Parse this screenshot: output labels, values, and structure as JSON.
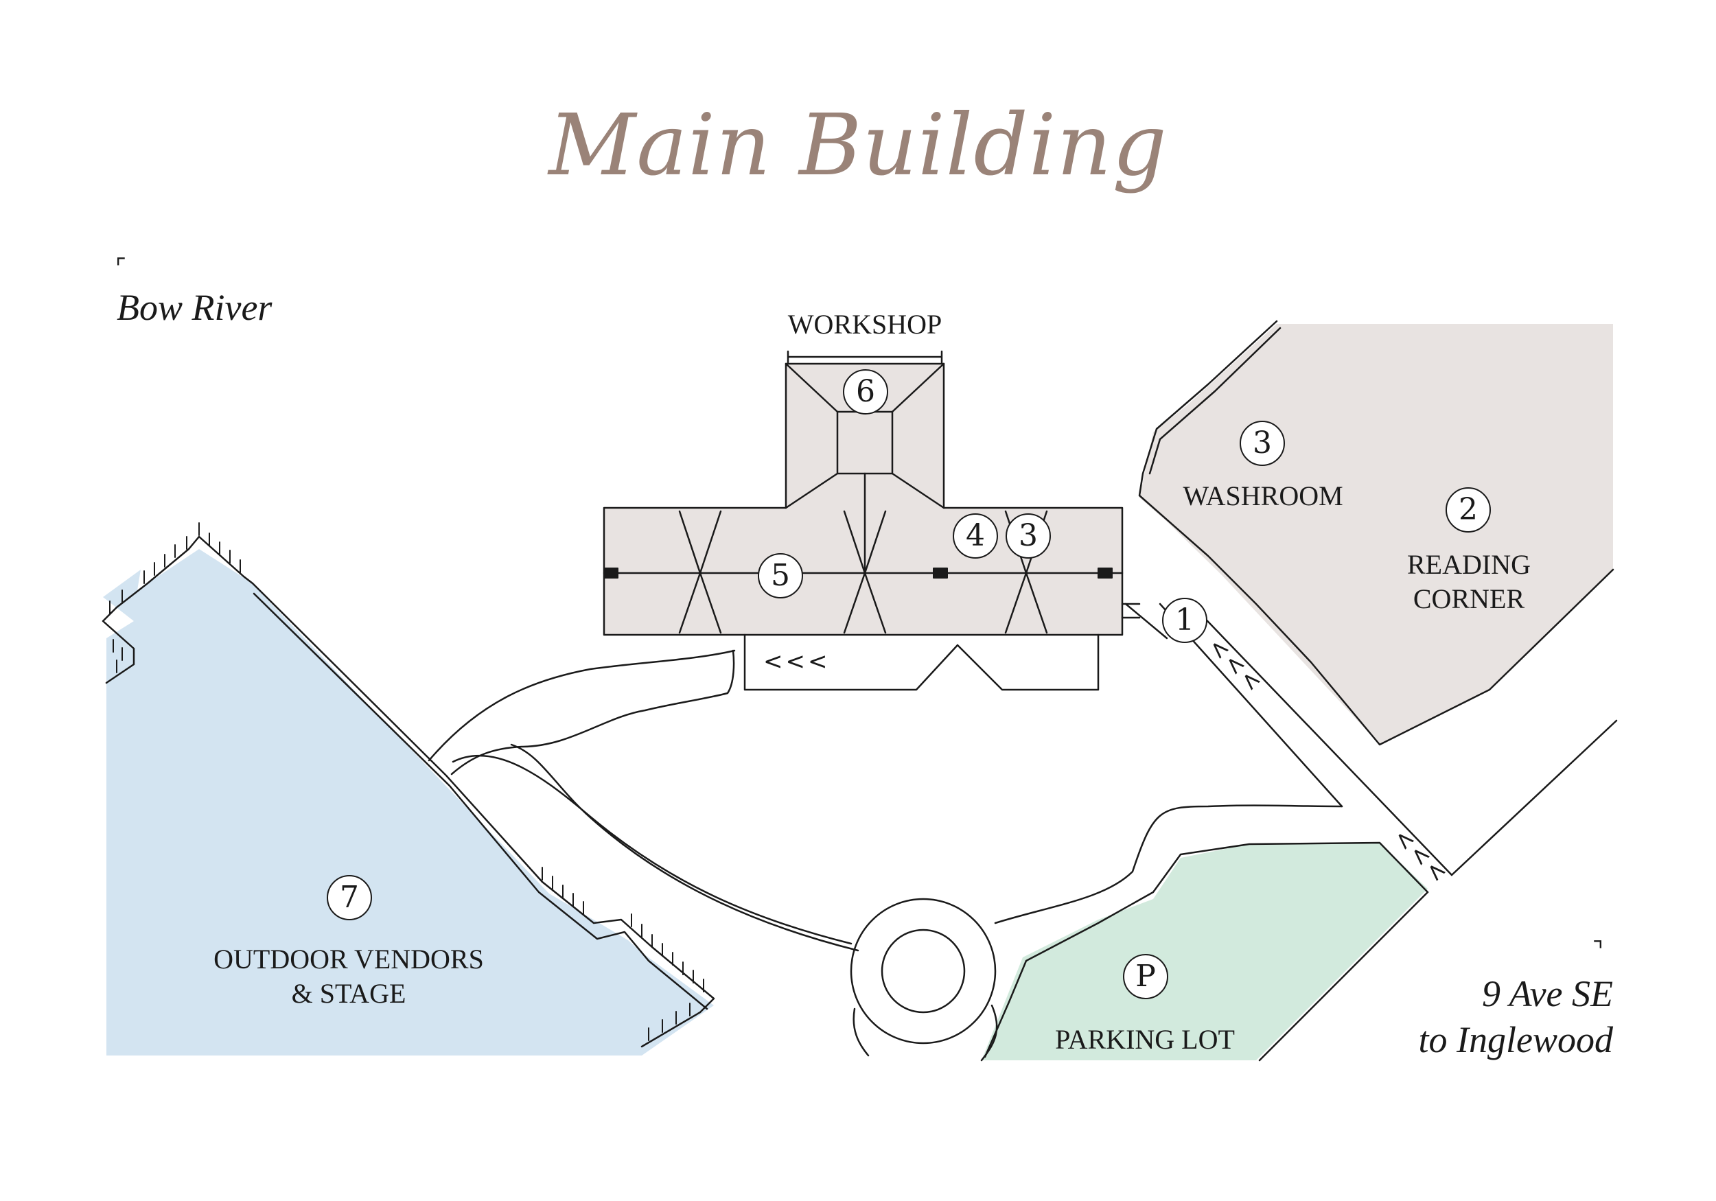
{
  "title": "Main Building",
  "colors": {
    "title": "#9a8378",
    "building": "#e8e3e1",
    "outdoor_vendors": "#d3e4f1",
    "parking": "#d2eadd",
    "ink": "#1a1a1a"
  },
  "directions": {
    "bow_river": "Bow River",
    "ave_line1": "9 Ave SE",
    "ave_line2": "to Inglewood",
    "corner_arrow_icon": "corner-arrow-icon"
  },
  "areas": {
    "workshop": {
      "label": "WORKSHOP",
      "marker": "6"
    },
    "main_hall": {
      "marker": "5"
    },
    "room_4": {
      "marker": "4"
    },
    "room_3_building": {
      "marker": "3"
    },
    "washroom": {
      "label": "WASHROOM",
      "marker": "3"
    },
    "reading_corner": {
      "label_line1": "READING",
      "label_line2": "CORNER",
      "marker": "2"
    },
    "entrance": {
      "marker": "1"
    },
    "outdoor_vendors": {
      "label_line1": "OUTDOOR VENDORS",
      "label_line2": "& STAGE",
      "marker": "7"
    },
    "parking_lot": {
      "label": "PARKING LOT",
      "marker": "P"
    }
  },
  "path_arrows": {
    "main_door": "<<<",
    "walkway_upper": "<<<",
    "walkway_lower": "<<<"
  }
}
